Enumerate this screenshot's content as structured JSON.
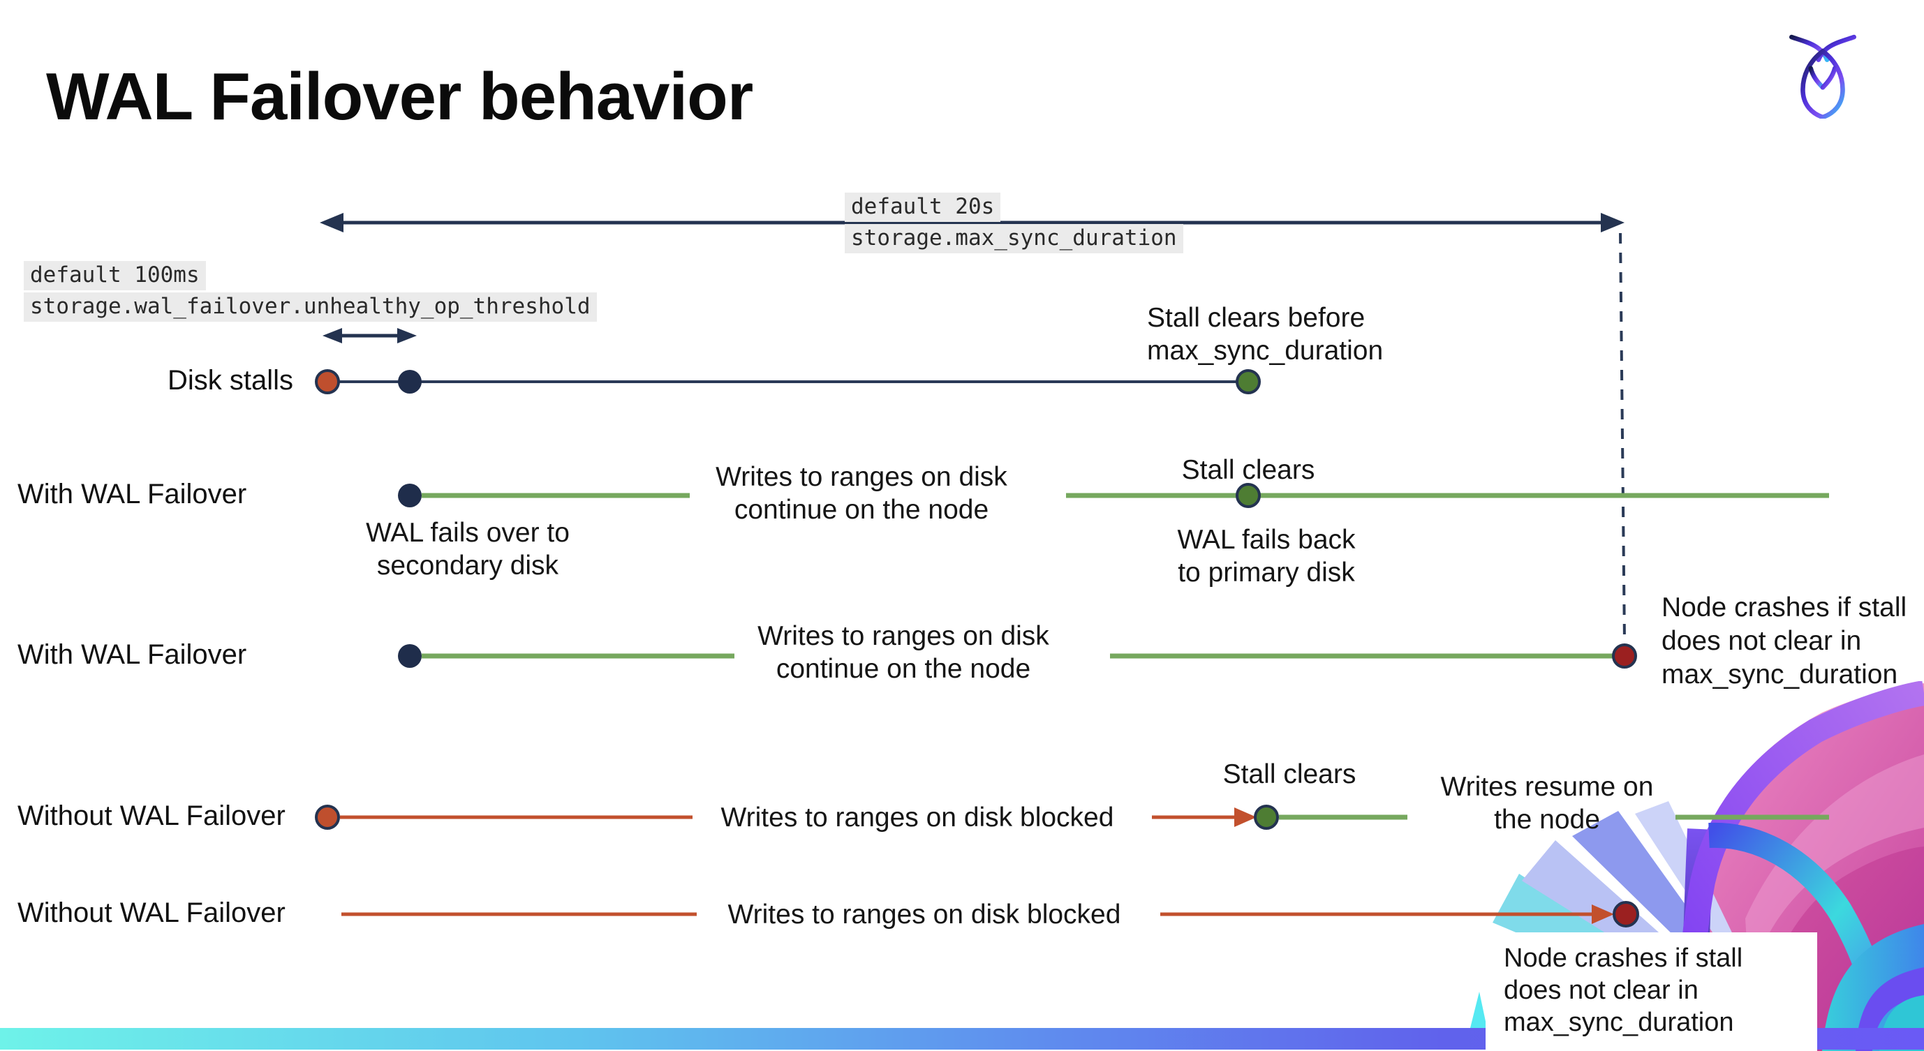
{
  "title": "WAL Failover behavior",
  "logo": {
    "name": "cockroachdb-logo-mark"
  },
  "codes": {
    "max_sync_default": "default 20s",
    "max_sync_setting": "storage.max_sync_duration",
    "threshold_default": "default 100ms",
    "threshold_setting": "storage.wal_failover.unhealthy_op_threshold"
  },
  "rows": {
    "r1": {
      "label": "Disk stalls"
    },
    "r2": {
      "label": "With WAL Failover"
    },
    "r3": {
      "label": "With WAL Failover"
    },
    "r4": {
      "label": "Without WAL Failover"
    },
    "r5": {
      "label": "Without WAL Failover"
    }
  },
  "notes": {
    "stall_clears_before": "Stall clears before\nmax_sync_duration",
    "writes_continue": "Writes to ranges on disk\ncontinue on the node",
    "stall_clears": "Stall clears",
    "fails_over": "WAL fails over to\nsecondary disk",
    "fails_back": "WAL fails  back\nto primary disk",
    "node_crashes": "Node crashes if stall\ndoes not clear in\nmax_sync_duration",
    "writes_blocked": "Writes to ranges on disk  blocked",
    "writes_resume": "Writes resume on\nthe node"
  },
  "colors": {
    "navy": "#243350",
    "navy_dot": "#1f2d4b",
    "green_line": "#76a85e",
    "green_dot": "#4e7d33",
    "red_line": "#c2502d",
    "red_dot": "#bf4f2e",
    "dark_red_dot": "#9b2020",
    "code_chip_bg": "#ebebeb",
    "footer_gradient": [
      "#6ef2e9",
      "#5f8bee",
      "#6a5af5"
    ],
    "decor_pink": "#e671b4",
    "decor_purple": "#7a3bf2",
    "decor_cyan": "#3cd9de"
  }
}
